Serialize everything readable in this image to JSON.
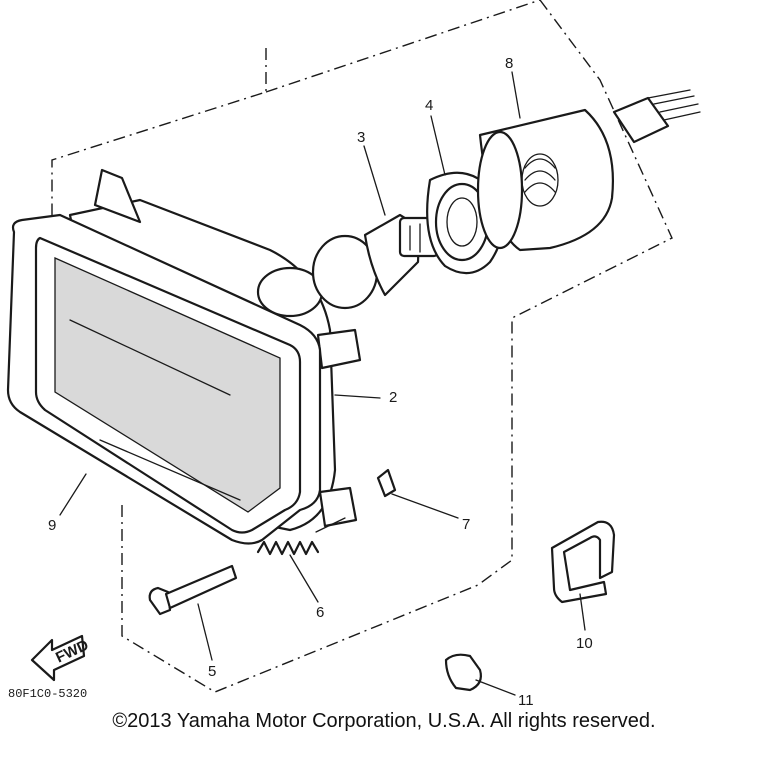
{
  "labels": {
    "p1": "2",
    "p2": "3",
    "p3": "4",
    "p4": "5",
    "p5": "6",
    "p6": "7",
    "p7": "8",
    "p8": "9",
    "p9": "10",
    "p10": "11"
  },
  "fwd_label": "FWD",
  "diagram_code": "80F1C0-5320",
  "copyright": "©2013 Yamaha Motor Corporation, U.S.A. All rights reserved."
}
